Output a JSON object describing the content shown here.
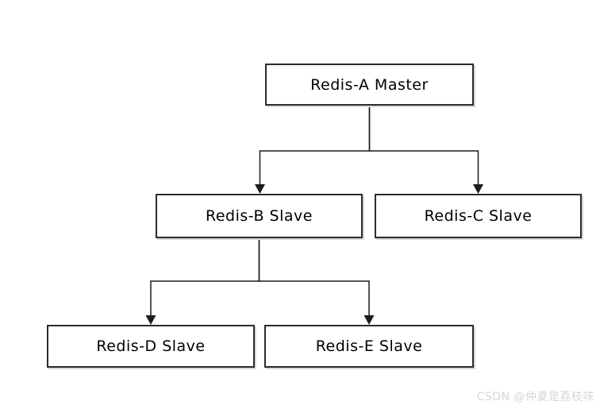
{
  "diagram": {
    "type": "flowchart",
    "topic": "Redis master-slave replication topology",
    "nodes": [
      {
        "label": "Redis-A Master",
        "role": "master"
      },
      {
        "label": "Redis-B Slave",
        "role": "slave"
      },
      {
        "label": "Redis-C Slave",
        "role": "slave"
      },
      {
        "label": "Redis-D Slave",
        "role": "slave"
      },
      {
        "label": "Redis-E Slave",
        "role": "slave"
      }
    ],
    "edges": [
      {
        "from": "Redis-A Master",
        "to": "Redis-B Slave"
      },
      {
        "from": "Redis-A Master",
        "to": "Redis-C Slave"
      },
      {
        "from": "Redis-B Slave",
        "to": "Redis-D Slave"
      },
      {
        "from": "Redis-B Slave",
        "to": "Redis-E Slave"
      }
    ]
  },
  "watermark": {
    "text": "CSDN @仲夏是荔枝味"
  },
  "colors": {
    "background": "#ffffff",
    "node_fill": "#ffffff",
    "node_border": "#2b2b2b",
    "node_shadow": "#d8d8d8",
    "line": "#1c1c1c",
    "text": "#000000",
    "watermark": "#d6d6d6"
  }
}
